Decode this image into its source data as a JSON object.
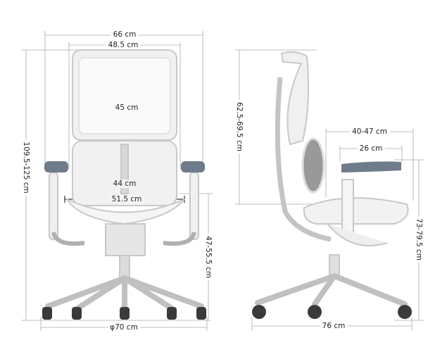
{
  "title": "Ergonomic office chair dimensions",
  "front_view": {
    "overall_width": "66 cm",
    "backrest_width": "48.5 cm",
    "upper_back_width": "45 cm",
    "lumbar_width": "44 cm",
    "seat_width": "51.5 cm",
    "overall_height": "109.5-125 cm",
    "seat_height": "47-55.5 cm",
    "base_diameter": "φ70 cm"
  },
  "side_view": {
    "backrest_height": "62.5-69.5 cm",
    "seat_depth": "40-47 cm",
    "armrest_length": "26 cm",
    "armrest_height": "73-79.5 cm",
    "base_depth": "76 cm"
  },
  "colors": {
    "frame": "#c8c8c8",
    "mesh": "#ececec",
    "armpad": "#6e7b8a",
    "wheel": "#3a3a3a",
    "dim_line": "#9a9a9a"
  }
}
